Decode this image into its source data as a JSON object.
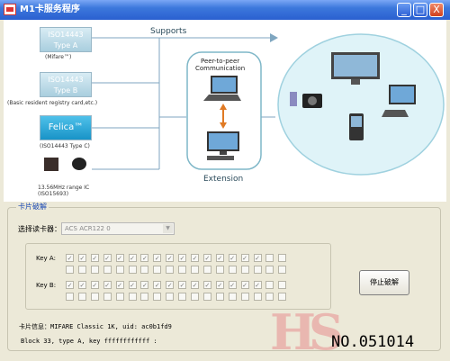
{
  "window": {
    "title": "M1卡服务程序",
    "minimize": "_",
    "maximize": "□",
    "close": "X"
  },
  "banner": {
    "chips": [
      {
        "label_line1": "ISO14443",
        "label_line2": "Type A",
        "caption": "(Mifare™)"
      },
      {
        "label_line1": "ISO14443",
        "label_line2": "Type B",
        "caption": "(Basic resident registry card,etc.)"
      },
      {
        "label": "Felica™",
        "caption": "(ISO14443 Type C)"
      },
      {
        "caption_line1": "13.56MHz range IC",
        "caption_line2": "(ISO15693)"
      }
    ],
    "supports": "Supports",
    "peer_line1": "Peer-to-peer",
    "peer_line2": "Communication",
    "extension": "Extension"
  },
  "group": {
    "title": "卡片破解"
  },
  "reader": {
    "label": "选择读卡器：",
    "value": "ACS ACR122 0"
  },
  "keys": {
    "key_a_label": "Key A:",
    "key_b_label": "Key B:",
    "key_a_checked": 16,
    "key_b_checked": 16,
    "per_row": 18
  },
  "stop_button": "停止破解",
  "info": {
    "card_info": "卡片信息：MIFARE Classic 1K, uid: ac0b1fd9",
    "block_info": "Block 33, type A, key ffffffffffff :"
  },
  "watermark": "HS",
  "serial": "NO.051014"
}
